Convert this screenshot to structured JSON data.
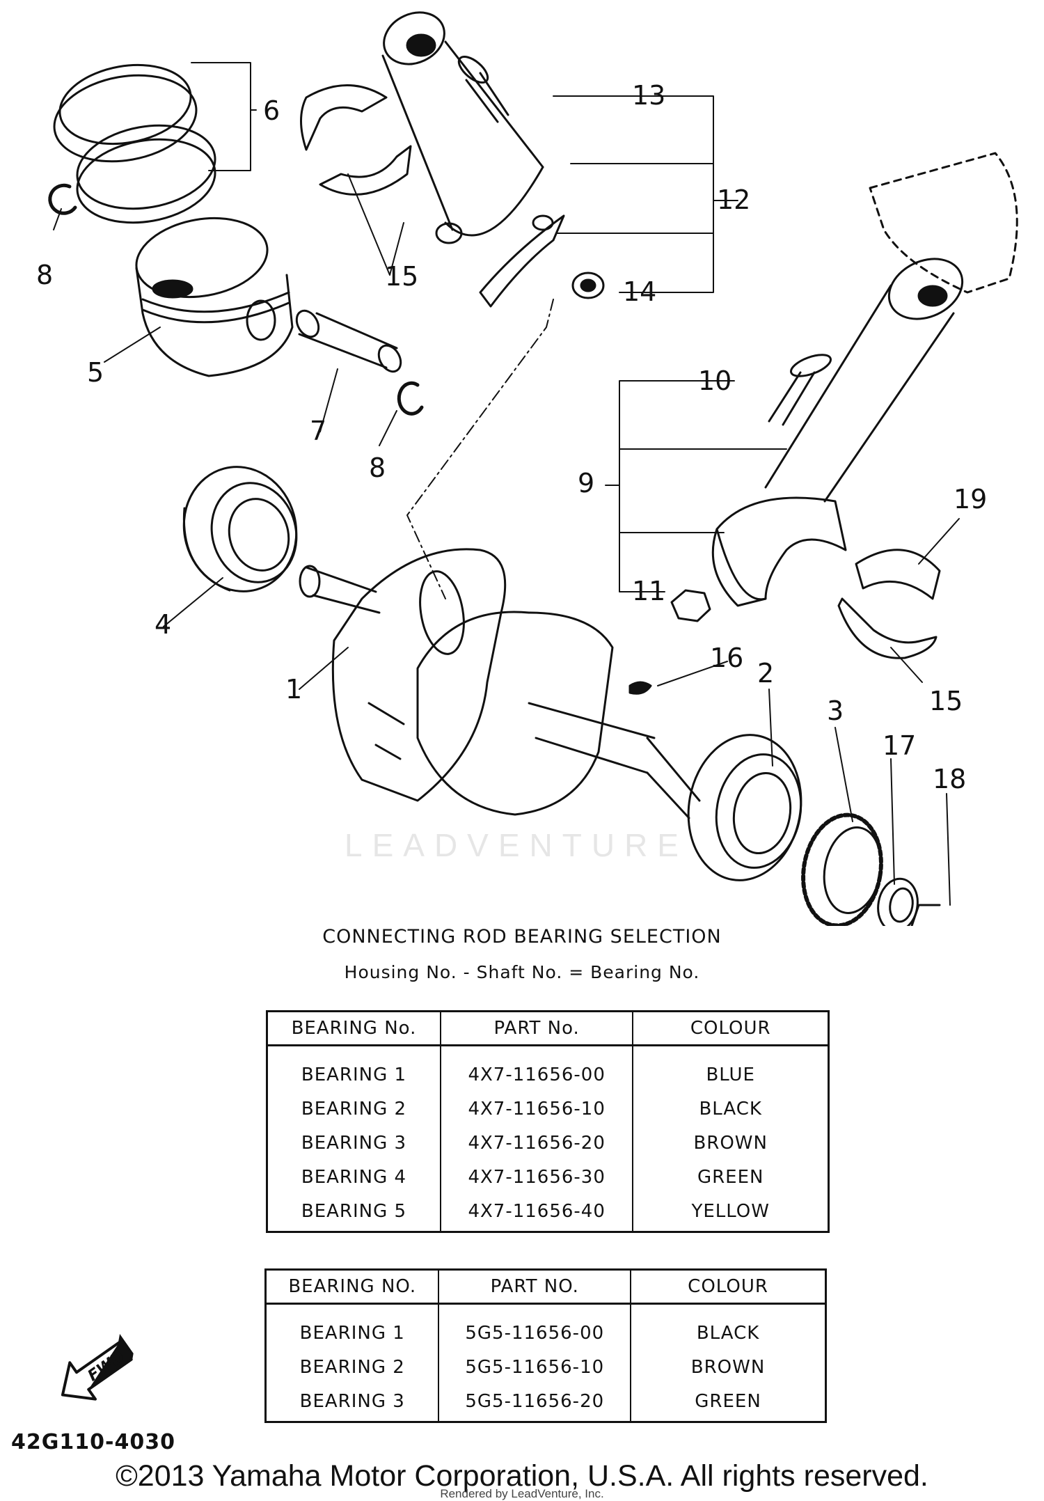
{
  "callouts": {
    "c1": "1",
    "c2": "2",
    "c3": "3",
    "c4": "4",
    "c5": "5",
    "c6": "6",
    "c7": "7",
    "c8a": "8",
    "c8b": "8",
    "c9": "9",
    "c10": "10",
    "c11": "11",
    "c12": "12",
    "c13": "13",
    "c14": "14",
    "c15a": "15",
    "c15b": "15",
    "c16": "16",
    "c17": "17",
    "c18": "18",
    "c19": "19"
  },
  "watermark": "LEADVENTURE",
  "selection": {
    "title": "CONNECTING ROD BEARING SELECTION",
    "formula": "Housing No. - Shaft No. = Bearing No."
  },
  "table1": {
    "headers": [
      "BEARING No.",
      "PART No.",
      "COLOUR"
    ],
    "rows": [
      [
        "BEARING 1",
        "4X7-11656-00",
        "BLUE"
      ],
      [
        "BEARING 2",
        "4X7-11656-10",
        "BLACK"
      ],
      [
        "BEARING 3",
        "4X7-11656-20",
        "BROWN"
      ],
      [
        "BEARING 4",
        "4X7-11656-30",
        "GREEN"
      ],
      [
        "BEARING 5",
        "4X7-11656-40",
        "YELLOW"
      ]
    ]
  },
  "table2": {
    "headers": [
      "BEARING NO.",
      "PART NO.",
      "COLOUR"
    ],
    "rows": [
      [
        "BEARING 1",
        "5G5-11656-00",
        "BLACK"
      ],
      [
        "BEARING 2",
        "5G5-11656-10",
        "BROWN"
      ],
      [
        "BEARING 3",
        "5G5-11656-20",
        "GREEN"
      ]
    ]
  },
  "fwd_label": "FWD",
  "ref_code": "42G110-4030",
  "copyright": "©2013 Yamaha Motor Corporation, U.S.A. All rights reserved.",
  "rendered_by": "Rendered by LeadVenture, Inc."
}
